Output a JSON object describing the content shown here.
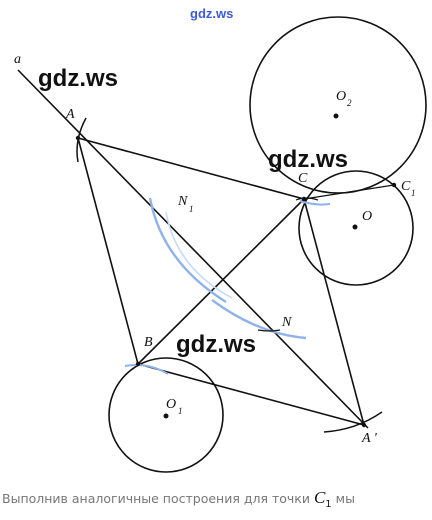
{
  "watermarks": {
    "top": "gdz.ws",
    "left": "gdz.ws",
    "right": "gdz.ws",
    "center": "gdz.ws"
  },
  "labels": {
    "a": "a",
    "A": "A",
    "B": "B",
    "C": "C",
    "C1": "C",
    "C1_sub": "1",
    "N": "N",
    "N1": "N",
    "N1_sub": "1",
    "O": "O",
    "O1": "O",
    "O1_sub": "1",
    "O2": "O",
    "O2_sub": "2",
    "A_prime": "A '"
  },
  "caption": {
    "text": "Выполнив аналогичные построения для точки",
    "point": "C",
    "point_sub": "1",
    "tail": "мы"
  },
  "colors": {
    "line": "#111111",
    "arc_blue": "#8fb3e8"
  }
}
